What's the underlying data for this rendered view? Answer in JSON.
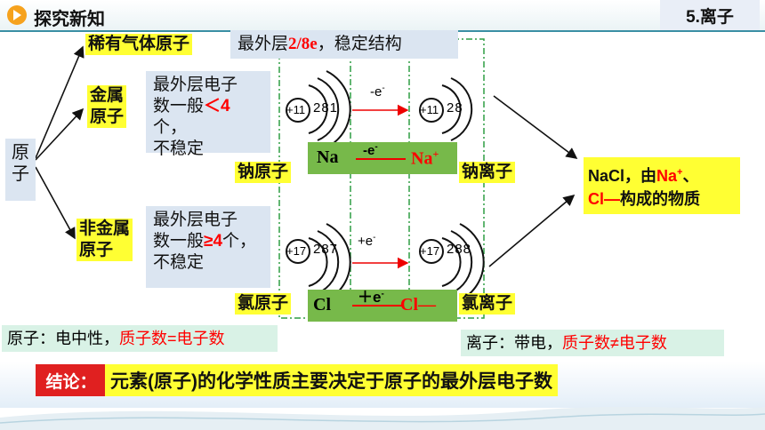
{
  "header": {
    "title": "探究新知",
    "section": "5.离子"
  },
  "root": {
    "line1": "原",
    "line2": "子"
  },
  "noble": {
    "label": "稀有气体原子",
    "desc_pre": "最外层",
    "desc_red": "2/8e",
    "desc_post": "，稳定结构"
  },
  "metal": {
    "label_line1": "金属",
    "label_line2": "原子",
    "desc_line1": "最外层电子",
    "desc_line2_pre": "数一般",
    "desc_line2_red": "＜4",
    "desc_line2_post": "个，",
    "desc_line3": "不稳定"
  },
  "nonmetal": {
    "label_line1": "非金属",
    "label_line2": "原子",
    "desc_line1": "最外层电子",
    "desc_line2_pre": "数一般",
    "desc_line2_red": "≥4",
    "desc_line2_post": "个，",
    "desc_line3": "不稳定"
  },
  "na": {
    "atom_nucleus": "+11",
    "atom_shells": "281",
    "ion_nucleus": "+11",
    "ion_shells": "28",
    "arrow_top": "-e",
    "arrow_top_sup": "-",
    "green_left": "Na",
    "green_mid": "-e",
    "green_mid_sup": "-",
    "green_right": "Na",
    "green_right_sup": "+",
    "atom_label": "钠原子",
    "ion_label": "钠离子"
  },
  "cl": {
    "atom_nucleus": "+17",
    "atom_shells": "287",
    "ion_nucleus": "+17",
    "ion_shells": "288",
    "arrow_top": "+e",
    "arrow_top_sup": "-",
    "green_left": "Cl",
    "green_mid": "＋e",
    "green_mid_sup": "-",
    "green_right": "Cl—",
    "atom_label": "氯原子",
    "ion_label": "氯离子"
  },
  "nacl": {
    "pre": "NaCl，由",
    "na_ion": "Na",
    "na_sup": "+",
    "sep": "、",
    "cl_ion": "Cl",
    "dash": "—",
    "post": "构成的物质"
  },
  "atom_note": {
    "pre": "原子：电中性，",
    "red": "质子数=电子数"
  },
  "ion_note": {
    "pre": "离子：带电，",
    "red": "质子数≠电子数"
  },
  "conclusion": {
    "tag": "结论：",
    "text": "元素(原子)的化学性质主要决定于原子的最外层电子数"
  },
  "colors": {
    "highlight": "#ffff33",
    "panel": "#dbe5f1",
    "green_bar": "#77b94a",
    "accent_red": "#ff0000",
    "theme": "#3a8fa4"
  }
}
